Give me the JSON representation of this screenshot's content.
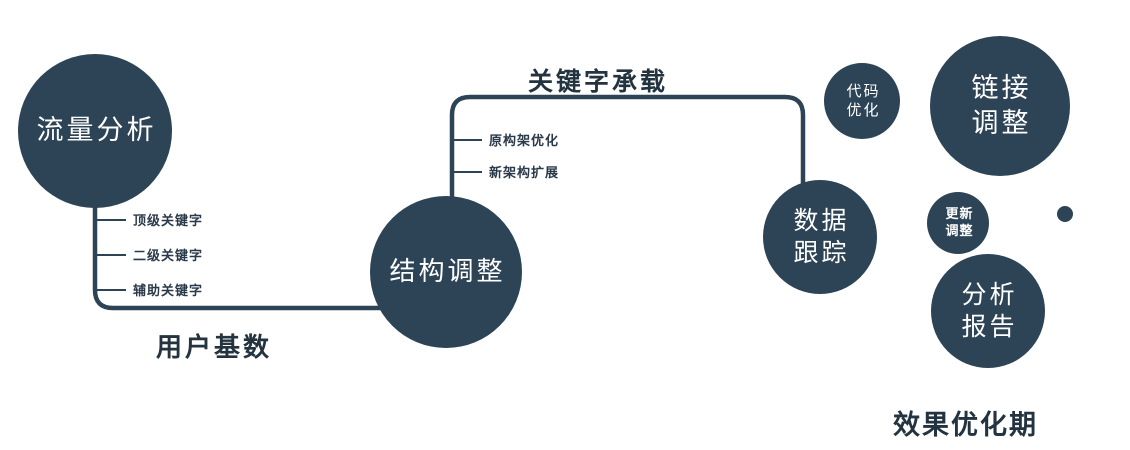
{
  "diagram": {
    "colors": {
      "node_fill": "#2d4356",
      "line": "#2d4356",
      "label_text": "#23333f",
      "node_text": "#ffffff",
      "background": "#ffffff"
    },
    "nodes": {
      "traffic_analysis": {
        "label": "流量分析"
      },
      "structure_adjust": {
        "label": "结构调整"
      },
      "data_tracking": {
        "line1": "数据",
        "line2": "跟踪"
      },
      "code_optimize": {
        "line1": "代码",
        "line2": "优化"
      },
      "link_adjust": {
        "line1": "链接",
        "line2": "调整"
      },
      "update_adjust": {
        "line1": "更新",
        "line2": "调整"
      },
      "analysis_report": {
        "line1": "分析",
        "line2": "报告"
      }
    },
    "edge_labels": {
      "user_base": "用户基数",
      "keyword_carry": "关键字承载"
    },
    "branch_labels": {
      "traffic": [
        "顶级关键字",
        "二级关键字",
        "辅助关键字"
      ],
      "structure": [
        "原构架优化",
        "新架构扩展"
      ]
    },
    "caption": "效果优化期"
  }
}
